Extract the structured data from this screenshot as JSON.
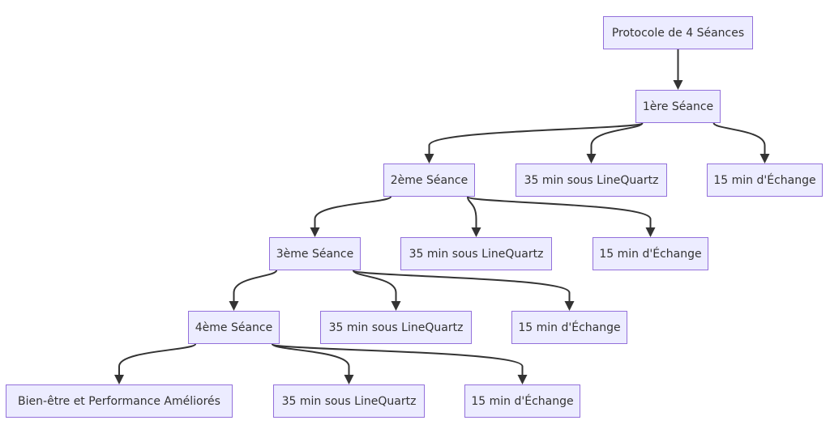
{
  "diagram": {
    "colors": {
      "node_fill": "#ECECFF",
      "node_border": "#9370DB",
      "edge": "#333333",
      "text": "#333333"
    },
    "nodes": {
      "root": "Protocole de 4 Séances",
      "s1": "1ère Séance",
      "s1_work": "35 min sous LineQuartz",
      "s1_talk": "15 min d'Échange",
      "s2": "2ème Séance",
      "s2_work": "35 min sous LineQuartz",
      "s2_talk": "15 min d'Échange",
      "s3": "3ème Séance",
      "s3_work": "35 min sous LineQuartz",
      "s3_talk": "15 min d'Échange",
      "s4": "4ème Séance",
      "result": "Bien-être et Performance Améliorés",
      "s4_work": "35 min sous LineQuartz",
      "s4_talk": "15 min d'Échange"
    },
    "edges": [
      [
        "root",
        "s1"
      ],
      [
        "s1",
        "s2"
      ],
      [
        "s1",
        "s1_work"
      ],
      [
        "s1",
        "s1_talk"
      ],
      [
        "s2",
        "s3"
      ],
      [
        "s2",
        "s2_work"
      ],
      [
        "s2",
        "s2_talk"
      ],
      [
        "s3",
        "s4"
      ],
      [
        "s3",
        "s3_work"
      ],
      [
        "s3",
        "s3_talk"
      ],
      [
        "s4",
        "result"
      ],
      [
        "s4",
        "s4_work"
      ],
      [
        "s4",
        "s4_talk"
      ]
    ]
  }
}
